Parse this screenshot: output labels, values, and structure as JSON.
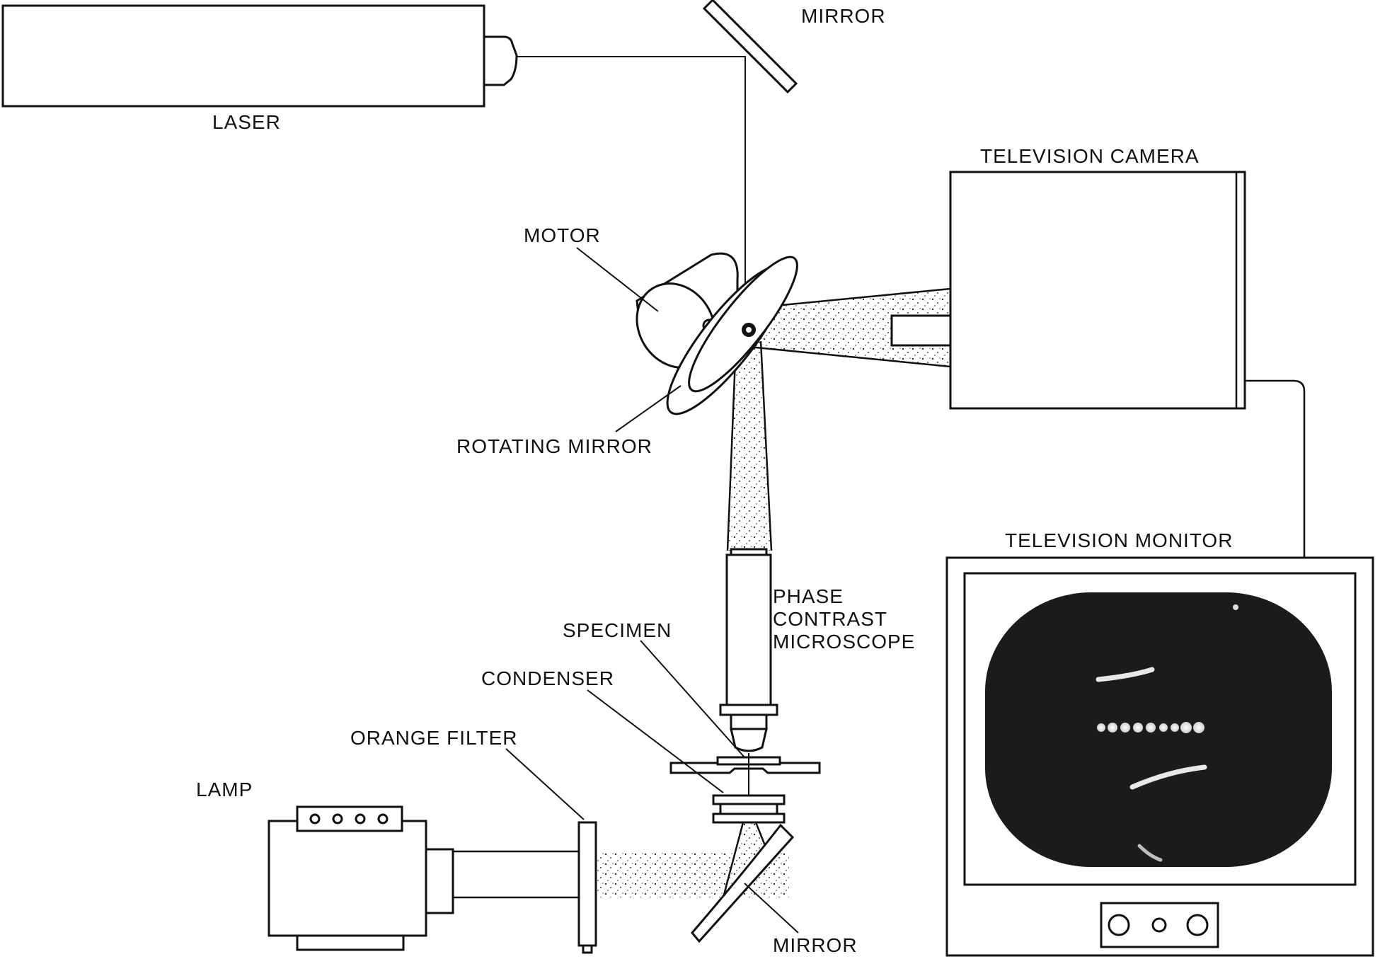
{
  "labels": {
    "laser": "LASER",
    "mirror_top": "MIRROR",
    "television_camera": "TELEVISION CAMERA",
    "motor": "MOTOR",
    "rotating_mirror": "ROTATING MIRROR",
    "television_monitor": "TELEVISION MONITOR",
    "microscope_line1": "PHASE",
    "microscope_line2": "CONTRAST",
    "microscope_line3": "MICROSCOPE",
    "specimen": "SPECIMEN",
    "condenser": "CONDENSER",
    "orange_filter": "ORANGE FILTER",
    "lamp": "LAMP",
    "mirror_bottom": "MIRROR"
  },
  "colors": {
    "ink": "#111111",
    "screen": "#1b1b1b",
    "background": "#ffffff"
  }
}
